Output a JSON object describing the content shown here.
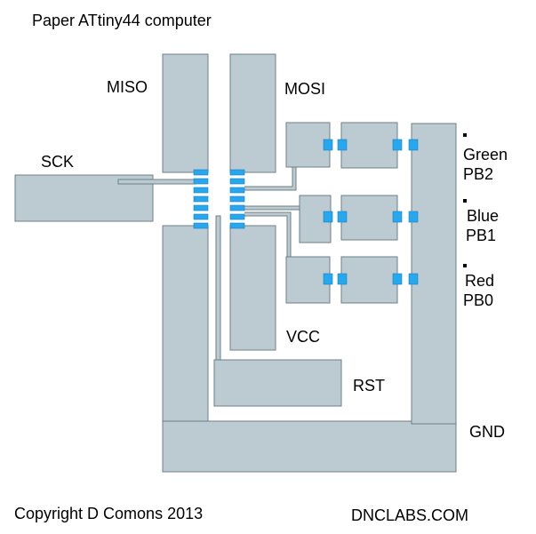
{
  "title": "Paper ATtiny44 computer",
  "labels": {
    "miso": "MISO",
    "mosi": "MOSI",
    "sck": "SCK",
    "vcc": "VCC",
    "rst": "RST",
    "gnd": "GND",
    "green": "Green",
    "pb2": "PB2",
    "blue": "Blue",
    "pb1": "PB1",
    "red": "Red",
    "pb0": "PB0"
  },
  "footer": {
    "copyright": "Copyright D Comons 2013",
    "site": "DNCLABS.COM"
  },
  "colors": {
    "copper": "#bccbd2",
    "outline": "#6e7f86",
    "component_pad": "#26a8ef"
  }
}
